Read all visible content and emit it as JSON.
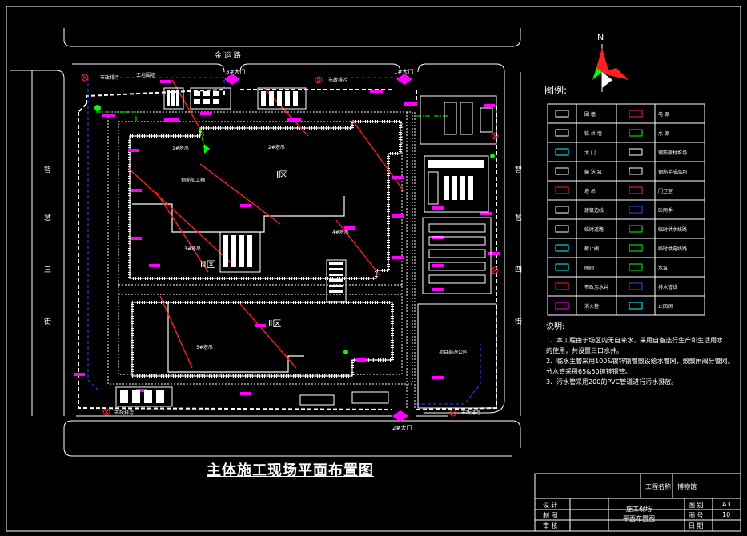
{
  "title": "主体施工现场平面布置图",
  "roads": {
    "north": "金 运 路",
    "west": [
      "智",
      "慧",
      "三",
      "街"
    ],
    "east": [
      "智",
      "慧",
      "四",
      "街"
    ]
  },
  "gates": {
    "gate1": "1#大门",
    "gate2": "2#大门",
    "gate3": "3#大门"
  },
  "labels": {
    "municipal_drain_1": "市政排污",
    "municipal_drain_2": "市政排污",
    "municipal_drain_3": "市政排污",
    "municipal_drain_4": "市政排污",
    "site_fence": "工地围墙",
    "zone1": "Ⅰ区",
    "zone2": "Ⅱ区",
    "zone3": "Ⅲ区",
    "tower1": "1#塔吊",
    "tower2": "2#塔吊",
    "tower3": "3#塔吊",
    "tower4": "4#塔吊",
    "tower5": "5#塔吊",
    "steel_yard": "钢筋加工棚",
    "office": "项目部办公区",
    "north_arrow": "N"
  },
  "legend": {
    "title": "图例:",
    "items": [
      {
        "label": "围 墙",
        "icon": "fence-icon"
      },
      {
        "label": "电 源",
        "icon": "power-source-icon"
      },
      {
        "label": "铁 丝 墙",
        "icon": "wire-wall-icon"
      },
      {
        "label": "水 源",
        "icon": "water-source-icon"
      },
      {
        "label": "大 门",
        "icon": "gate-icon"
      },
      {
        "label": "钢筋原材堆场",
        "icon": "rebar-raw-yard-icon"
      },
      {
        "label": "输 送 泵",
        "icon": "pump-icon"
      },
      {
        "label": "钢筋半成品场",
        "icon": "rebar-semi-yard-icon"
      },
      {
        "label": "塔 吊",
        "icon": "tower-crane-icon"
      },
      {
        "label": "门卫室",
        "icon": "guard-room-icon"
      },
      {
        "label": "建筑边线",
        "icon": "building-line-icon"
      },
      {
        "label": "砼雨季",
        "icon": "rain-icon"
      },
      {
        "label": "临时道路",
        "icon": "temp-road-icon"
      },
      {
        "label": "临时供水线路",
        "icon": "temp-water-line-icon"
      },
      {
        "label": "截止阀",
        "icon": "stop-valve-icon"
      },
      {
        "label": "临时供电线路",
        "icon": "temp-power-line-icon"
      },
      {
        "label": "闸阀",
        "icon": "gate-valve-icon"
      },
      {
        "label": "水泵",
        "icon": "water-pump-icon"
      },
      {
        "label": "市政污水井",
        "icon": "sewage-well-icon"
      },
      {
        "label": "排水管线",
        "icon": "drain-line-icon"
      },
      {
        "label": "消火栓",
        "icon": "hydrant-icon"
      },
      {
        "label": "止回阀",
        "icon": "check-valve-icon"
      }
    ]
  },
  "notes": {
    "title": "说明:",
    "lines": [
      "1、本工程由于场区内无自来水，采用自备选行生产和生活用水",
      "的使用，共设置三口水井。",
      "2、临水主管采用100&镀锌钢管敷设给水管网，敷敷闸阀分管网。",
      "   分水管采用65&50镀锌钢管。",
      "3、污水管采用200的PVC管道进行污水排放。"
    ]
  },
  "title_block": {
    "project_name_label": "工程名称",
    "project_name": "博物馆",
    "design": "设 计",
    "drawing": "制 图",
    "review": "审 核",
    "drawing_title_1": "施工现场",
    "drawing_title_2": "平面布置图",
    "figure_label": "图 别",
    "figure_value": "A3",
    "number_label": "图 号",
    "number_value": "10",
    "date_label": "日 期",
    "date_value": ""
  },
  "colors": {
    "background": "#000000",
    "line": "#ffffff",
    "accent_magenta": "#ff00ff",
    "accent_red": "#ff2020",
    "accent_green": "#00ff00",
    "accent_blue": "#2050ff",
    "accent_cyan": "#00ffff"
  }
}
